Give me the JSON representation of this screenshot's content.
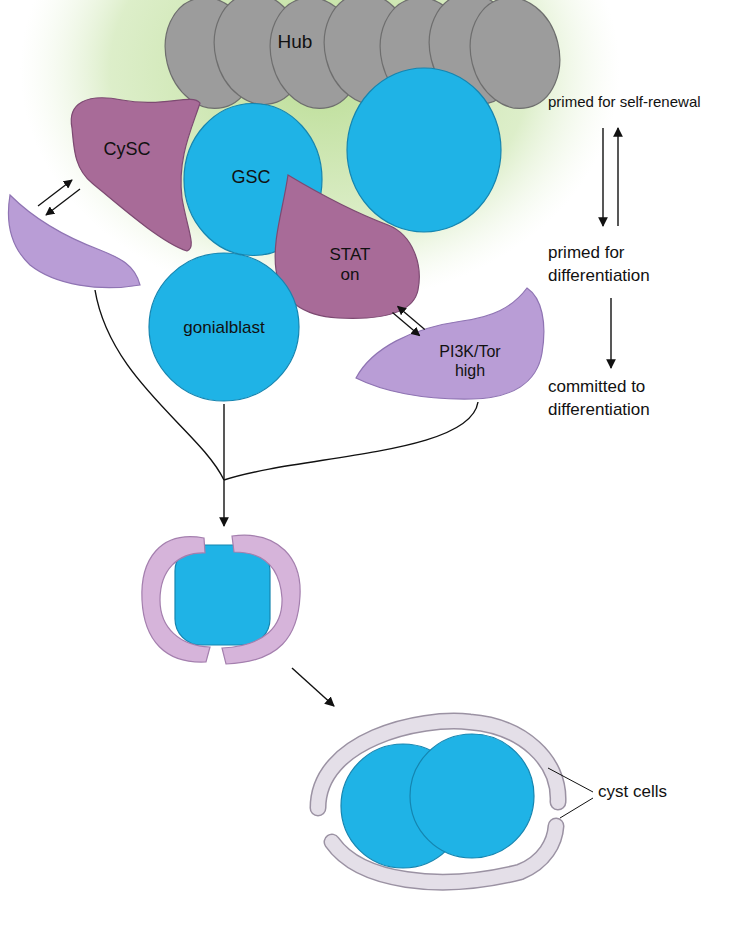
{
  "diagram": {
    "nodes": [
      {
        "text": [
          "Hub"
        ]
      },
      {
        "text": [
          "CySC"
        ]
      },
      {
        "text": [
          "GSC"
        ]
      },
      {
        "text": [
          "STAT on"
        ]
      },
      {
        "text": [
          "gonialblast"
        ]
      },
      {
        "text": [
          "PI3K/Tor high"
        ]
      }
    ],
    "edges": [
      {
        "from": 3,
        "to": 5,
        "arrow": "both"
      }
    ],
    "labels": [
      "primed for self-renewal",
      "primed for differentiation",
      "committed to differentiation",
      "cyst cells"
    ]
  }
}
